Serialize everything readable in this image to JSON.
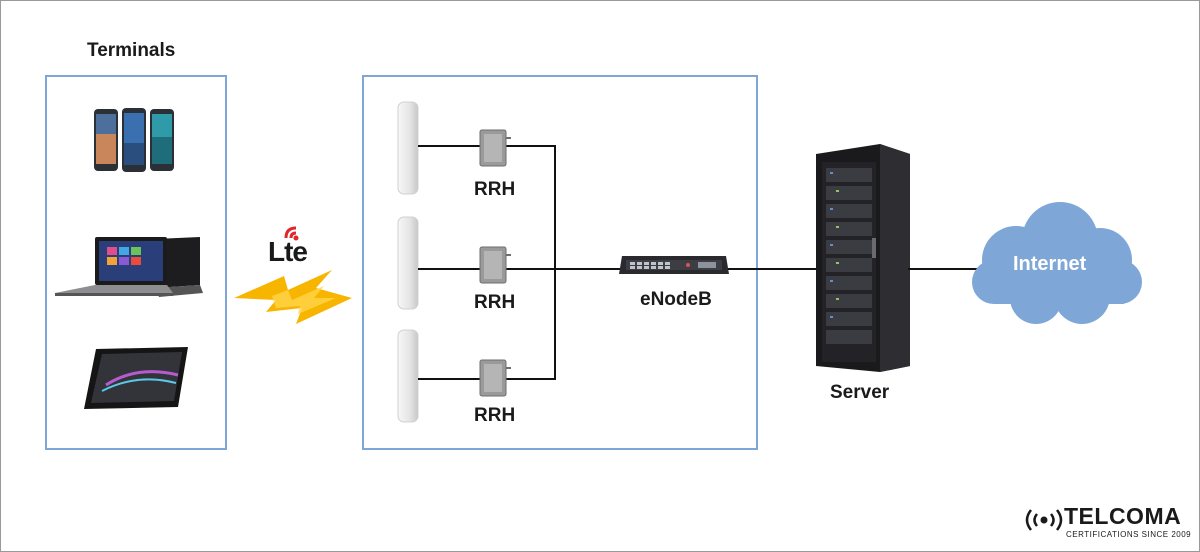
{
  "diagram": {
    "terminals_title": "Terminals",
    "lte_logo": "Lte",
    "rrh_labels": [
      "RRH",
      "RRH",
      "RRH"
    ],
    "enodeb_label": "eNodeB",
    "server_label": "Server",
    "internet_label": "Internet"
  },
  "brand": {
    "name": "TELCOMA",
    "tagline": "CERTIFICATIONS SINCE 2009"
  },
  "colors": {
    "box_border": "#7fa6d8",
    "cloud": "#7ea7d8",
    "lightning": "#f7b500",
    "lte_red": "#e0262a"
  }
}
